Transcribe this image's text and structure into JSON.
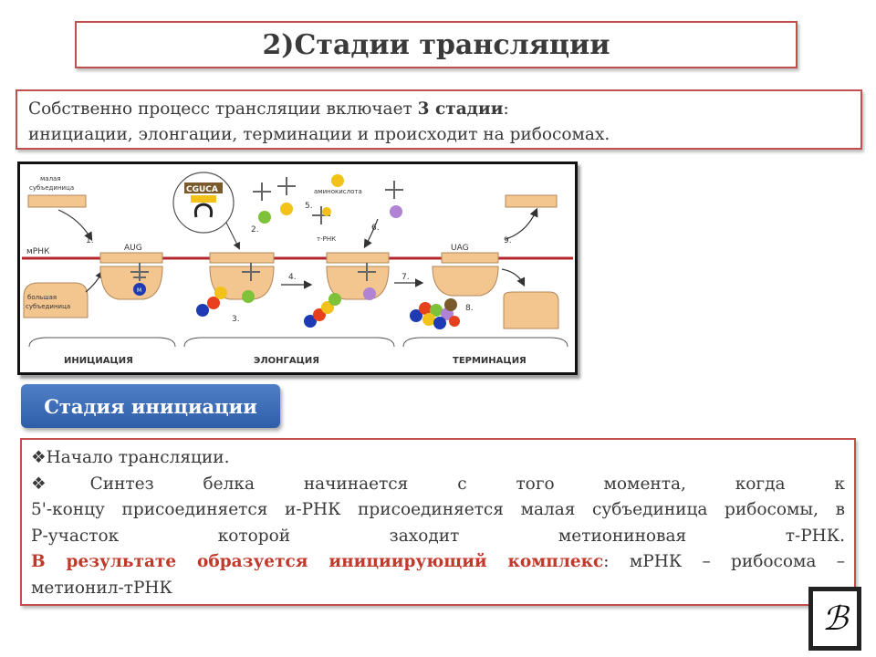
{
  "title": "2)Стадии трансляции",
  "intro": {
    "line1_prefix": "Собственно процесс трансляции включает ",
    "line1_bold": "3 стадии",
    "line1_suffix": ":",
    "line2": "инициации, элонгации, терминации и происходит на рибосомах."
  },
  "diagram": {
    "labels": {
      "small_subunit": [
        "малая",
        "субъединица"
      ],
      "large_subunit": [
        "большая",
        "субъединица"
      ],
      "mrna": "мРНК",
      "aug": "AUG",
      "uag": "UAG",
      "codon": "CGUCA",
      "amino_acid": "аминокислота",
      "trna": "т-РНК",
      "met": "M",
      "steps": [
        "1.",
        "2.",
        "3.",
        "4.",
        "5.",
        "6.",
        "7.",
        "8.",
        "9."
      ]
    },
    "stages": [
      "ИНИЦИАЦИЯ",
      "ЭЛОНГАЦИЯ",
      "ТЕРМИНАЦИЯ"
    ],
    "colors": {
      "ribosome": "#f3c58f",
      "mrna_line": "#b3262c",
      "amino": [
        "#1f3bb3",
        "#e8401c",
        "#f2c21b",
        "#7ec23a",
        "#b183d4",
        "#7a5a2a"
      ]
    }
  },
  "stage_button": "Стадия инициации",
  "body": {
    "bullet1": "Начало трансляции.",
    "bullet2_line1": "Синтез белка начинается с того момента, когда к",
    "bullet2_line2": "5'-концу присоединяется и-РНК присоединяется малая субъединица рибосомы, в",
    "bullet2_line3": "Р-участок которой заходит метиониновая т-РНК.",
    "result_red": "В результате образуется инициирующий комплекс",
    "result_rest": ": мРНК – рибосома –",
    "result_line2": "метионил-тРНК"
  },
  "logo": {
    "glyph": "ℬ",
    "icon": "logo-icon"
  }
}
